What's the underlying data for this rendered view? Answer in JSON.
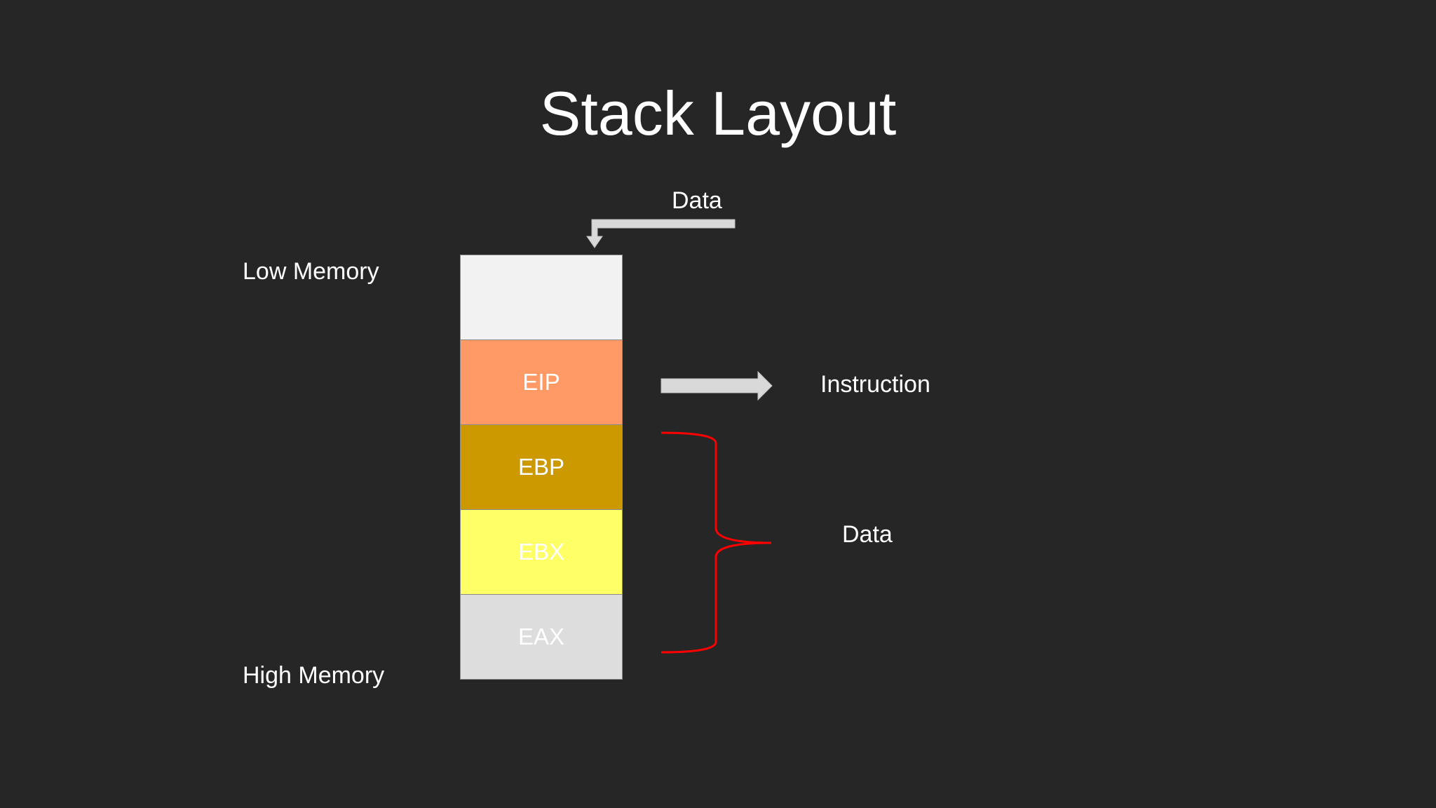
{
  "title": "Stack Layout",
  "labels": {
    "low_memory": "Low Memory",
    "high_memory": "High Memory",
    "data_top": "Data",
    "instruction": "Instruction",
    "data_right": "Data"
  },
  "stack": {
    "cells": [
      {
        "label": "",
        "color": "#f2f2f2"
      },
      {
        "label": "EIP",
        "color": "#ff9966"
      },
      {
        "label": "EBP",
        "color": "#cc9900"
      },
      {
        "label": "EBX",
        "color": "#ffff66"
      },
      {
        "label": "EAX",
        "color": "#dddddd"
      }
    ]
  },
  "colors": {
    "background": "#262626",
    "arrow": "#d9d9d9",
    "brace": "#ff0000"
  }
}
